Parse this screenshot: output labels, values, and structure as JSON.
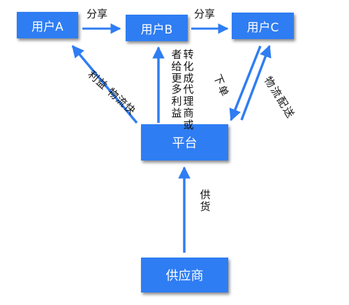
{
  "nodes": {
    "user_a": "用户A",
    "user_b": "用户B",
    "user_c": "用户C",
    "platform": "平台",
    "supplier": "供应商"
  },
  "edge_labels": {
    "share_ab": "分享",
    "share_bc": "分享",
    "profit_logistics": "利益 物流快",
    "convert_line1": "转化成代理商或",
    "convert_line2": "者给更多利益",
    "place_order": "下单",
    "logistics_delivery": "物流配送",
    "supply": "供货"
  },
  "colors": {
    "node_fill": "#2f7df3",
    "arrow": "#2f7df3"
  }
}
